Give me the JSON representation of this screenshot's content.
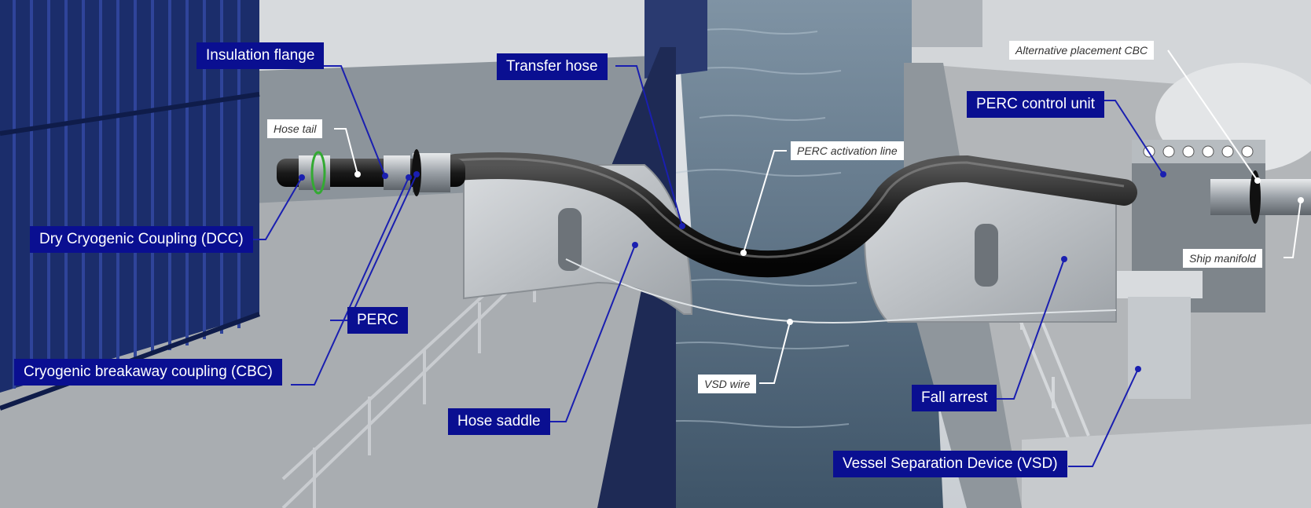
{
  "labels": {
    "insulation_flange": "Insulation flange",
    "transfer_hose": "Transfer hose",
    "hose_tail": "Hose tail",
    "dry_cryogenic_coupling": "Dry Cryogenic Coupling (DCC)",
    "perc": "PERC",
    "cryogenic_breakaway_coupling": "Cryogenic breakaway coupling (CBC)",
    "hose_saddle": "Hose saddle",
    "perc_activation_line": "PERC activation line",
    "vsd_wire": "VSD wire",
    "alternative_placement_cbc": "Alternative placement CBC",
    "perc_control_unit": "PERC control unit",
    "ship_manifold": "Ship manifold",
    "fall_arrest": "Fall arrest",
    "vessel_separation_device": "Vessel Separation Device (VSD)"
  },
  "colors": {
    "label_blue": "#0a0f91",
    "leader_line_blue": "#1a1fb0",
    "container_navy": "#1b2d6b",
    "water": "#5f7487",
    "deck_grey": "#a8acb0"
  }
}
